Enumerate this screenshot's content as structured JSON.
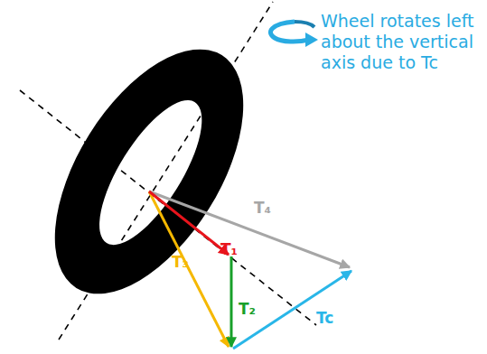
{
  "diagram": {
    "labels": [
      "Wheel rotates left about the vertical axis due to Tc",
      "T₄",
      "T₁",
      "T₃",
      "T₂",
      "Tc"
    ]
  }
}
